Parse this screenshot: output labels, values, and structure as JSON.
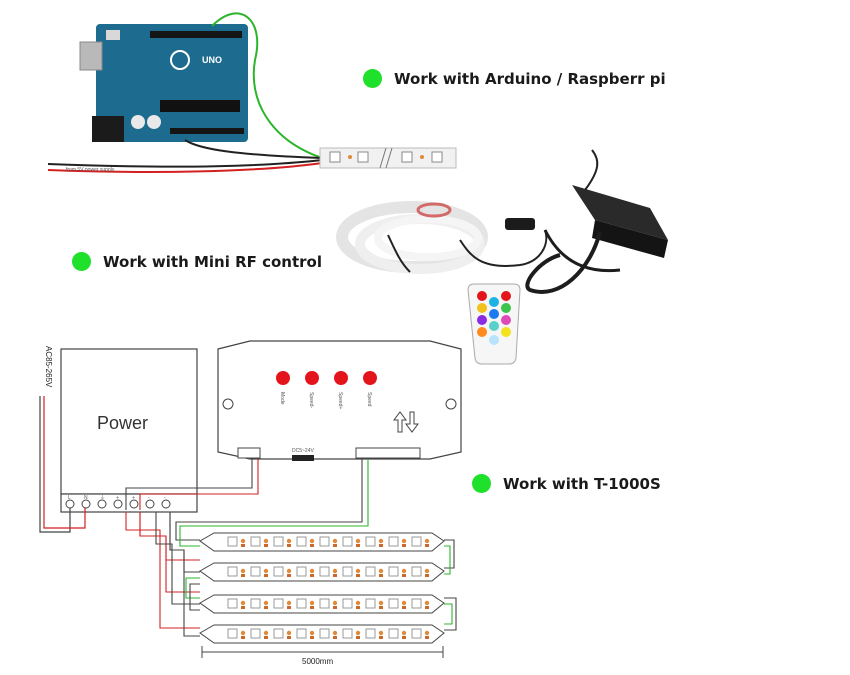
{
  "features": [
    {
      "text": "Work with Arduino / Raspberr pi"
    },
    {
      "text": "Work with Mini RF control"
    },
    {
      "text": "Work with T-1000S"
    }
  ],
  "power_supply": {
    "title": "Power",
    "input_label": "AC85-265V",
    "terminals": [
      "L",
      "N",
      "⏚",
      "+",
      "+",
      "-",
      "-"
    ]
  },
  "arduino": {
    "board_text": "UNO",
    "supply_label": "from 5V power supply"
  },
  "controller": {
    "output_label": "DC5~24V",
    "button_labels": [
      "Mode",
      "Speed-",
      "Speed+",
      "Speed"
    ]
  },
  "strip_length_label": "5000mm",
  "colors": {
    "indicator": "#1fe02a",
    "arduino_board": "#1d6b8e",
    "wire_red": "#d32020",
    "wire_green": "#2bb52b",
    "wire_black": "#222222",
    "led_pad": "#e08a3c",
    "button_red": "#e3141b"
  }
}
